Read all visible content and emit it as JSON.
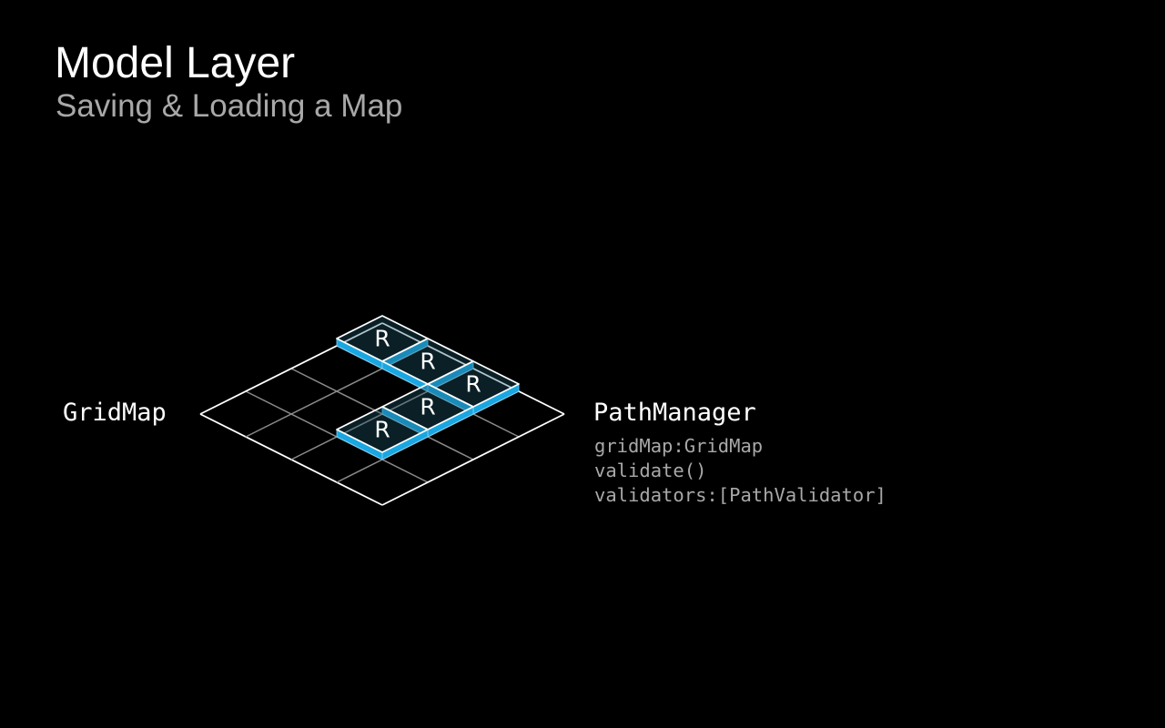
{
  "slide": {
    "title": "Model Layer",
    "subtitle": "Saving & Loading a Map"
  },
  "diagram": {
    "left_label": "GridMap",
    "right_label": "PathManager",
    "right_properties": [
      "gridMap:GridMap",
      "validate()",
      "validators:[PathValidator]"
    ],
    "grid": {
      "rows": 4,
      "cols": 4,
      "tiles": [
        {
          "row": 0,
          "col": 0,
          "label": "R"
        },
        {
          "row": 0,
          "col": 1,
          "label": "R"
        },
        {
          "row": 0,
          "col": 2,
          "label": "R"
        },
        {
          "row": 1,
          "col": 2,
          "label": "R"
        },
        {
          "row": 2,
          "col": 2,
          "label": "R"
        }
      ]
    },
    "colors": {
      "background": "#000000",
      "grid_line": "#ffffff",
      "tile_edge": "#1aa6e0",
      "label_muted": "#a8a8a8"
    }
  }
}
